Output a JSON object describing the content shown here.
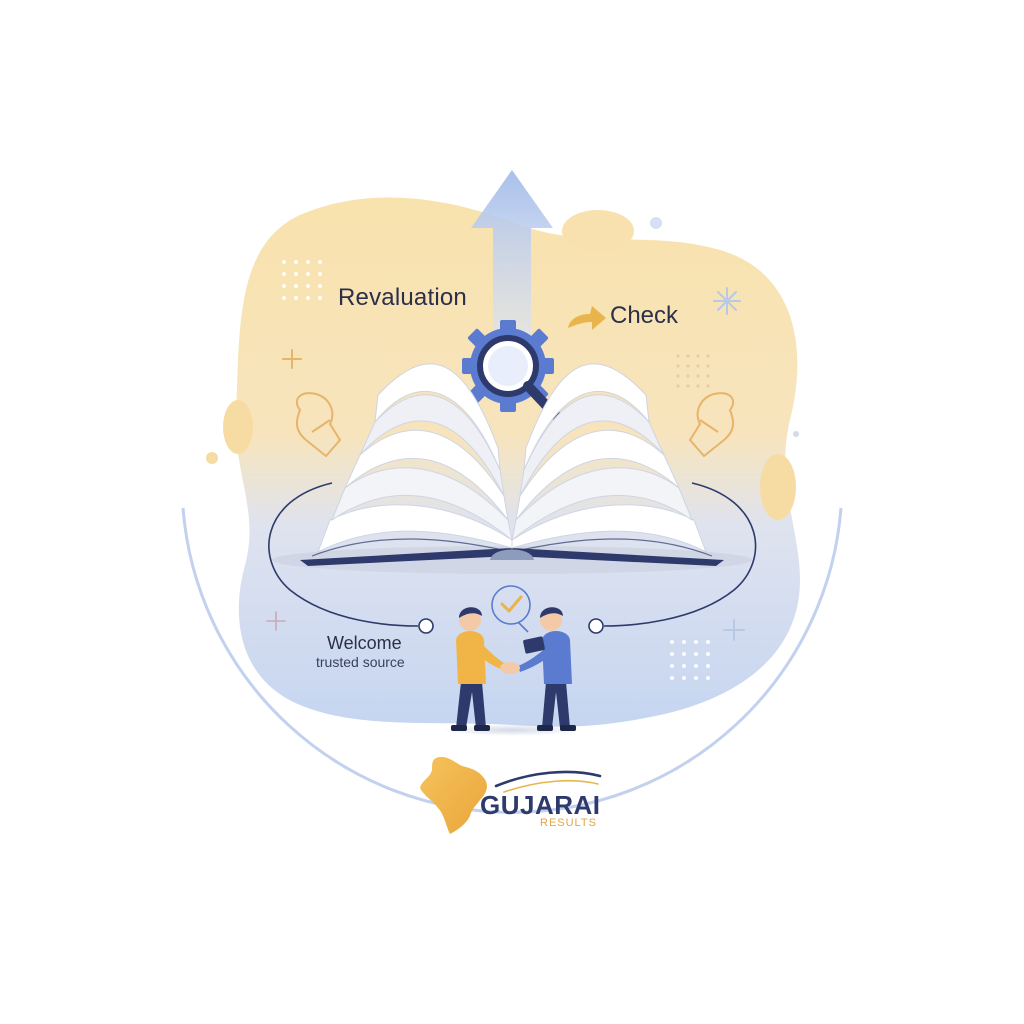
{
  "labels": {
    "revaluation": "Revaluation",
    "check": "Check",
    "welcome": "Welcome",
    "trusted_source": "trusted source"
  },
  "brand": {
    "name": "GUJARAI",
    "subtitle": "RESULTS"
  },
  "icons": {
    "arrow": "upward-arrow-icon",
    "gear_search": "gear-magnifier-icon",
    "book": "open-book-icon",
    "check_badge": "checkmark-icon",
    "handshake": "handshake-people",
    "map": "india-map-icon",
    "redirect": "curved-arrow-icon"
  },
  "colors": {
    "blob_yellow": "#f8e3b0",
    "blob_blue": "#c8d7f1",
    "navy": "#2d3a6b",
    "gold": "#e9b44c",
    "accent_blue": "#5b7bd0",
    "ring": "#c2d1ee"
  }
}
